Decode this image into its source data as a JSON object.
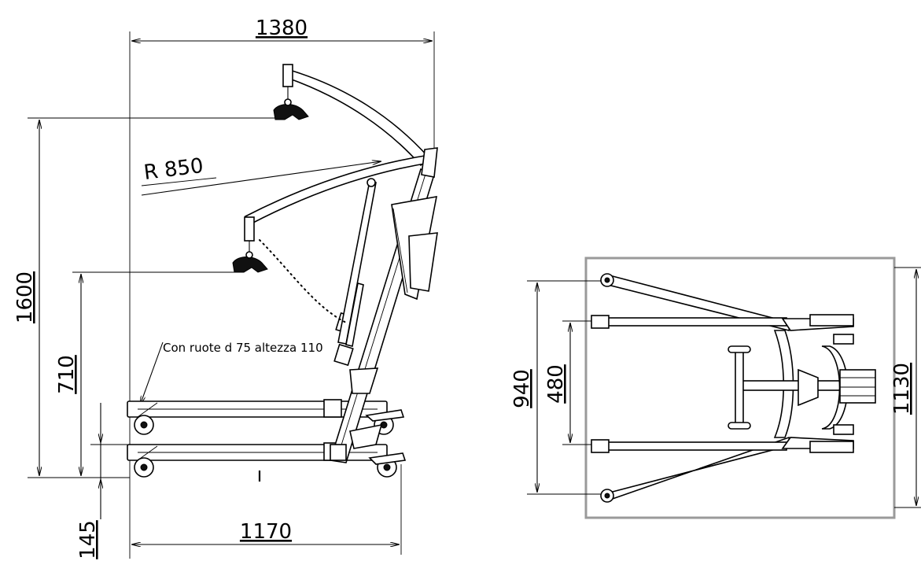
{
  "side_view": {
    "dimensions": {
      "overall_length": "1380",
      "max_height": "1600",
      "min_height": "710",
      "boom_radius": "R 850",
      "base_length": "1170",
      "base_height": "145"
    },
    "note": "Con ruote d 75 altezza 110"
  },
  "top_view": {
    "dimensions": {
      "legs_open_width": "940",
      "legs_closed_width": "480",
      "overall_width": "1130"
    }
  }
}
